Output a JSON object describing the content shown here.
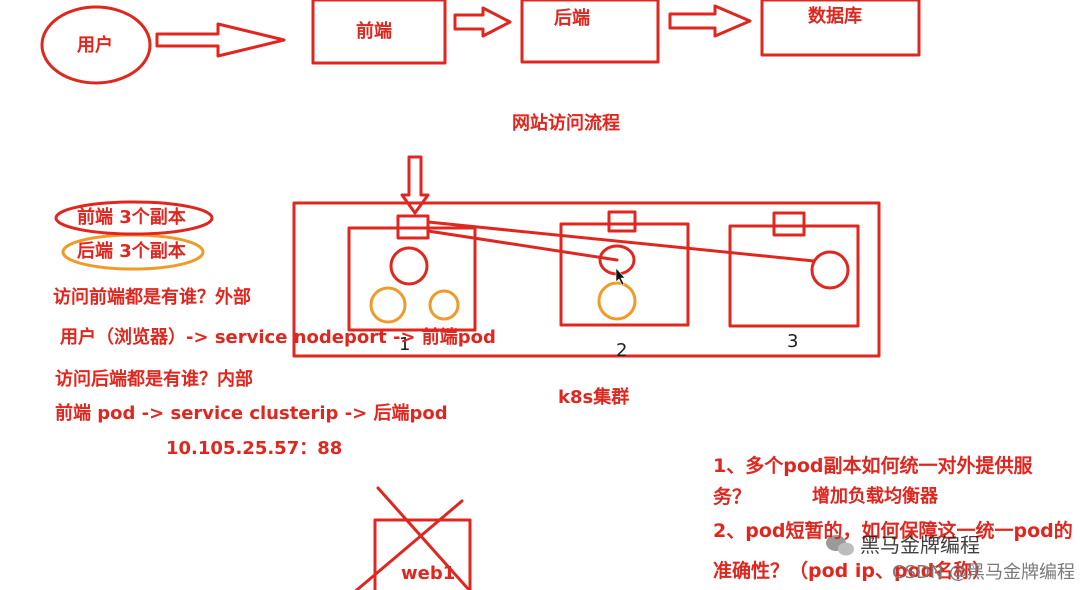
{
  "flow": {
    "user": "用户",
    "frontend": "前端",
    "backend": "后端",
    "database": "数据库",
    "caption": "网站访问流程"
  },
  "cluster": {
    "caption": "k8s集群",
    "node_labels": [
      "1",
      "2",
      "3"
    ]
  },
  "notes": {
    "frontend_replicas": "前端 3个副本",
    "backend_replicas": "后端 3个副本",
    "q_frontend": "访问前端都是有谁？外部",
    "path_frontend": "用户（浏览器）-> service nodeport -> 前端pod",
    "q_backend": "访问后端都是有谁？内部",
    "path_backend": "前端 pod -> service clusterip -> 后端pod",
    "service_ip": "10.105.25.57：88"
  },
  "questions": {
    "q1_line1": "1、多个pod副本如何统一对外提供服",
    "q1_line2": "务？",
    "q1_answer": "增加负载均衡器",
    "q2_line1": "2、pod短暂的，如何保障这一统一pod的",
    "q2_line2": "准确性？（pod ip、pod名称）"
  },
  "crossed_box": {
    "label": "web1"
  },
  "watermark": {
    "brand": "黑马金牌编程",
    "credit": "CSDN @黑马金牌编程"
  },
  "colors": {
    "ink": "#e0271f",
    "orange": "#f09a28"
  }
}
